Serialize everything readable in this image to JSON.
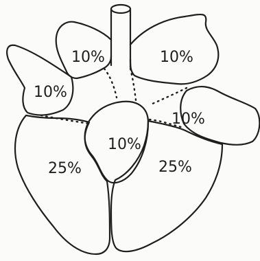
{
  "lobes": {
    "top_left": "10%",
    "top_right": "10%",
    "left": "10%",
    "right": "10%",
    "center": "10%",
    "bottom_left": "25%",
    "bottom_right": "25%"
  }
}
